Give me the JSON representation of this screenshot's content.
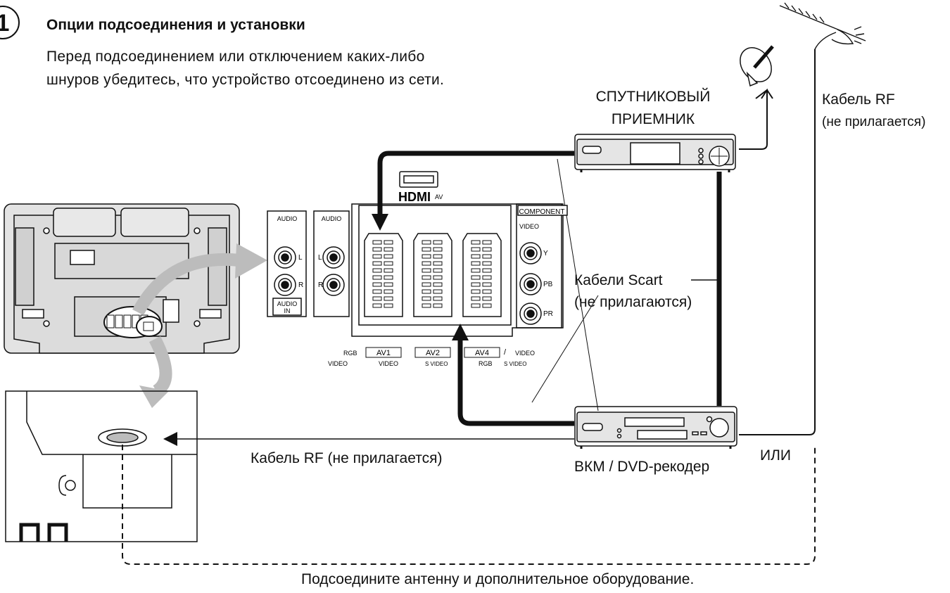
{
  "step": {
    "number": "1",
    "title": "Опции подсоединения и установки"
  },
  "intro": {
    "line1": "Перед подсоединением или отключением каких-либо",
    "line2": "шнуров убедитесь, что устройство отсоединено из сети."
  },
  "devices": {
    "satellite_line1": "СПУТНИКОВЫЙ",
    "satellite_line2": "ПРИЕМНИК",
    "recorder": "ВКМ / DVD-рекодер"
  },
  "cables": {
    "rf_top_line1": "Кабель RF",
    "rf_top_line2": "(не прилагается)",
    "scart_line1": "Кабели Scart",
    "scart_line2": "(не прилагаются)",
    "rf_bottom": "Кабель RF (не прилагается)",
    "or": "ИЛИ"
  },
  "footer": "Подсоедините антенну и дополнительное оборудование.",
  "panel_labels": {
    "audio_in_top": "AUDIO",
    "audio_in_box": "AUDIO",
    "audio_in_box2": "IN",
    "audio_out_top": "AUDIO",
    "L": "L",
    "R": "R",
    "hdmi": "HDMI",
    "hdmi_sub": "AV",
    "component": "COMPONENT",
    "video": "VIDEO",
    "Y": "Y",
    "PB": "PB",
    "PR": "PR",
    "av1": "AV1",
    "av2": "AV2",
    "av4": "AV4",
    "rgb": "RGB",
    "svideo": "S VIDEO",
    "slash": "/"
  }
}
